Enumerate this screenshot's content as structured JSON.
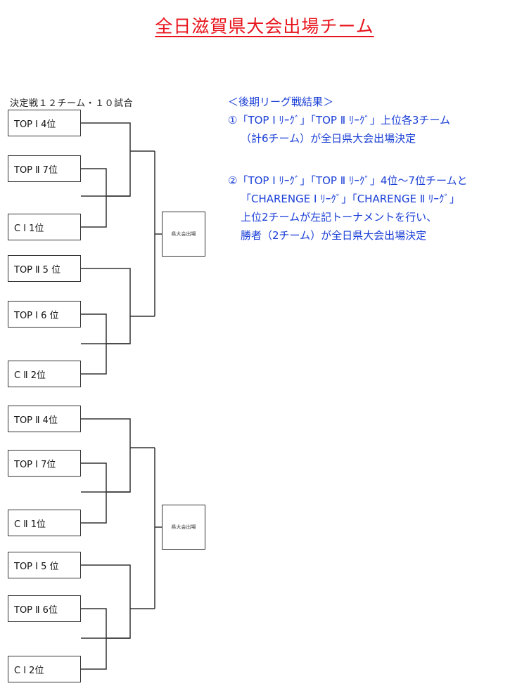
{
  "title": "全日滋賀県大会出場チーム",
  "caption": "決定戦１２チーム・１０試合",
  "bracket_top": {
    "teams": [
      "TOP Ⅰ 4位",
      "TOP Ⅱ 7位",
      "C Ⅰ 1位",
      "TOP Ⅱ 5 位",
      "TOP Ⅰ 6 位",
      "C Ⅱ 2位"
    ],
    "final_label": "県大会出場"
  },
  "bracket_bottom": {
    "teams": [
      "TOP Ⅱ 4位",
      "TOP Ⅰ 7位",
      "C Ⅱ 1位",
      "TOP Ⅰ 5 位",
      "TOP Ⅱ 6位",
      "C Ⅰ 2位"
    ],
    "final_label": "県大会出場"
  },
  "notes": {
    "heading": "＜後期リーグ戦結果＞",
    "item1_line1": "①「TOP Ⅰ ﾘｰｸﾞ」「TOP Ⅱ ﾘｰｸﾞ」上位各3チーム",
    "item1_line2": "（計6チーム）が全日県大会出場決定",
    "item2_line1": "②「TOP Ⅰ ﾘｰｸﾞ」「TOP Ⅱ ﾘｰｸﾞ」4位～7位チームと",
    "item2_line2": "「CHARENGE Ⅰ ﾘｰｸﾞ」「CHARENGE Ⅱ ﾘｰｸﾞ」",
    "item2_line3": "上位2チームが左記トーナメントを行い、",
    "item2_line4": "勝者（2チーム）が全日県大会出場決定"
  },
  "colors": {
    "title": "#e8141c",
    "notes": "#1a3fd6",
    "lines": "#333333"
  }
}
